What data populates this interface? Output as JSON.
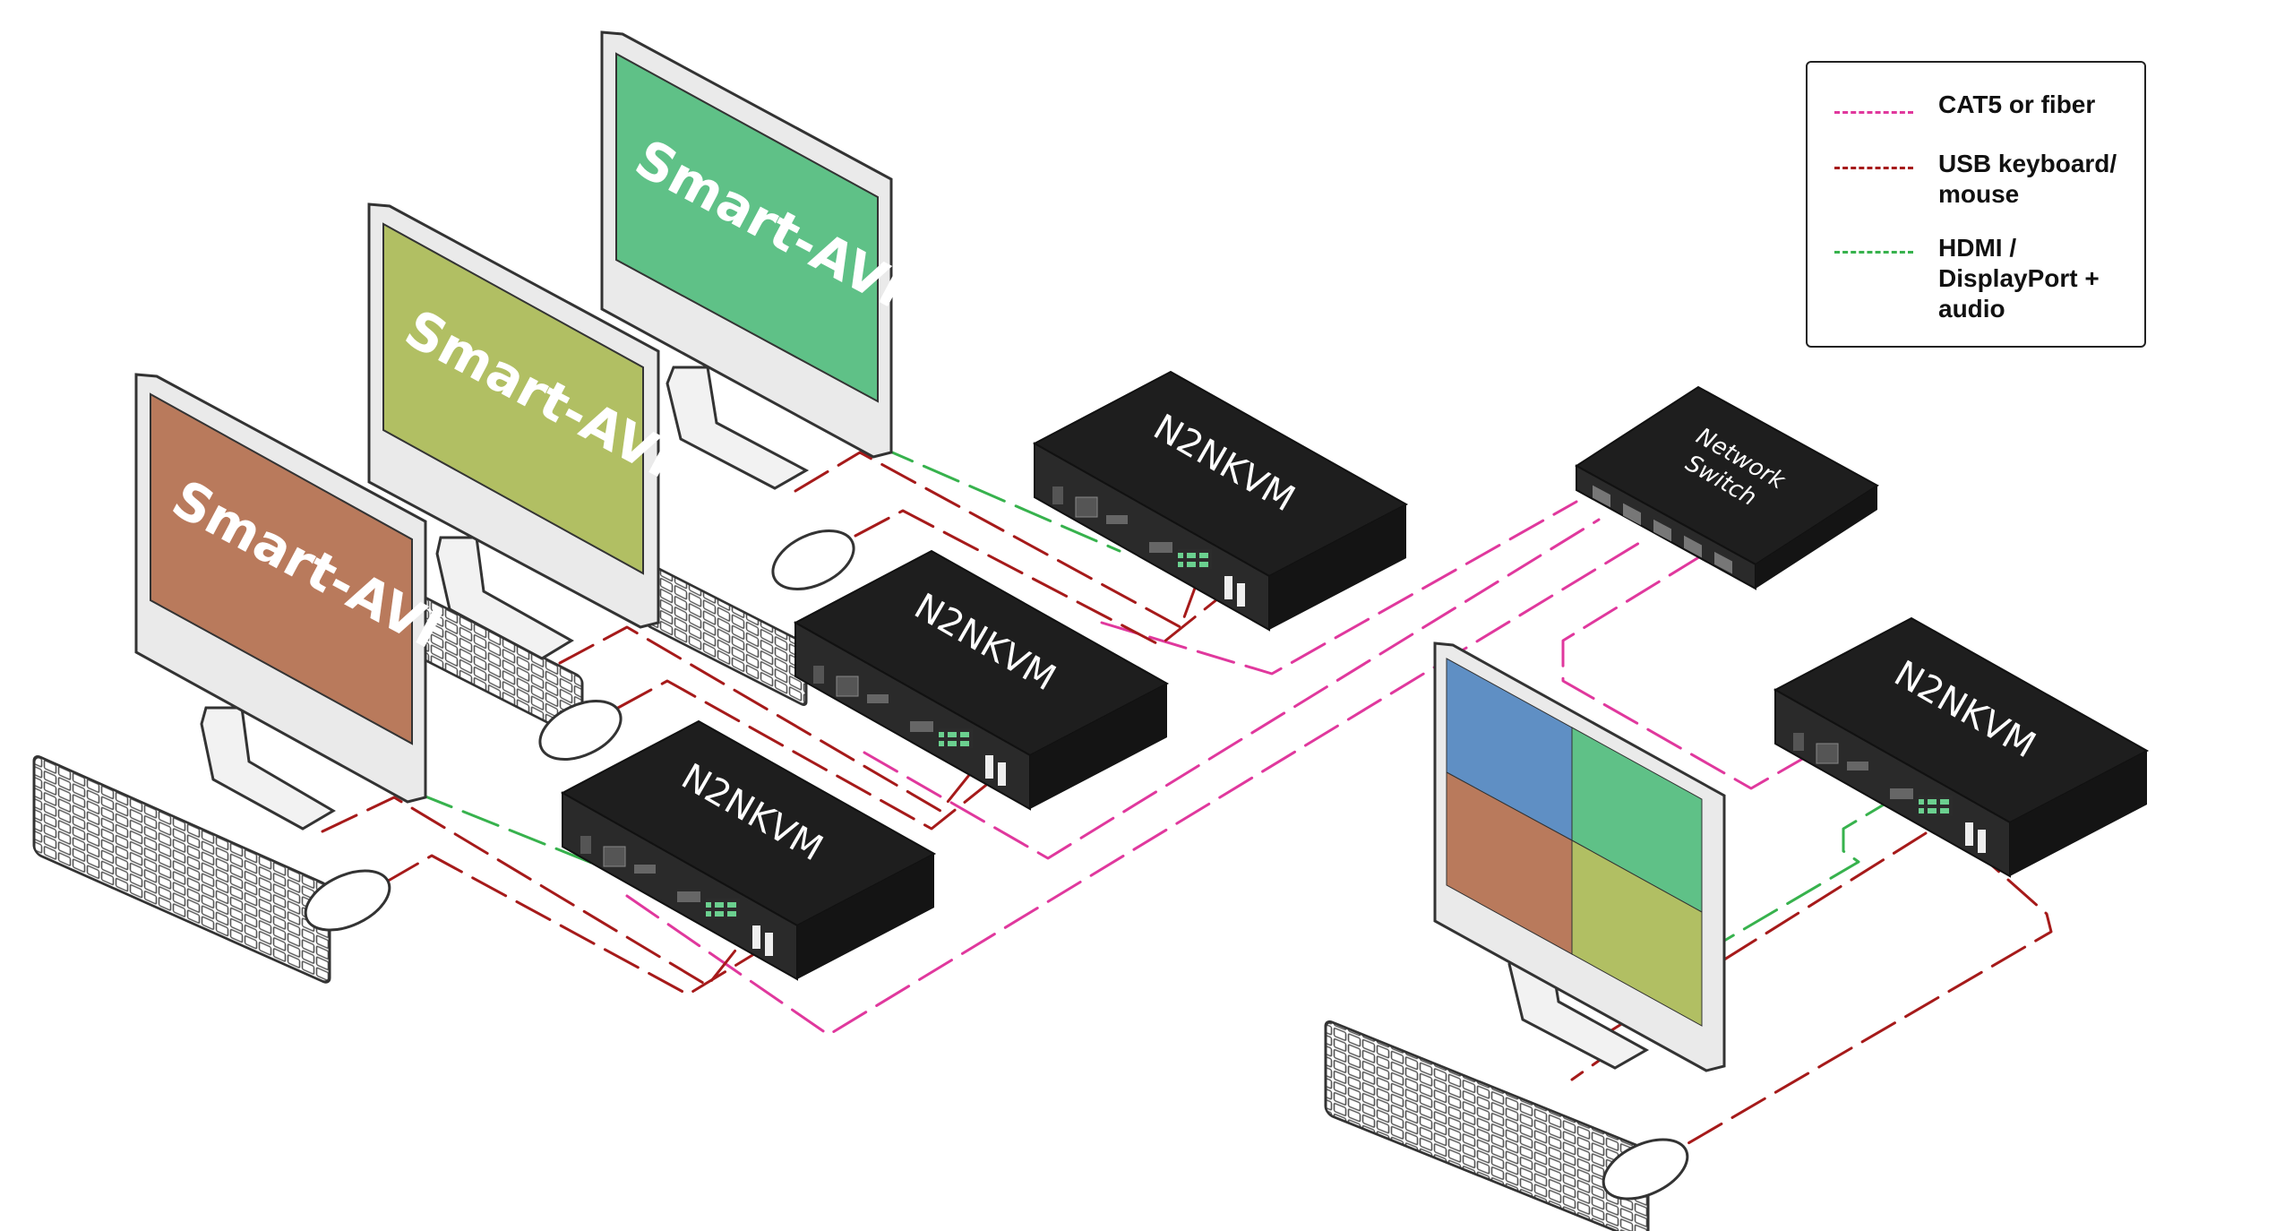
{
  "colors": {
    "cat5": "#e0389d",
    "usb": "#a61a1a",
    "hdmi": "#37b24d",
    "device": "#1e1e1e",
    "screen_orange": "#b97a5c",
    "screen_olive": "#b1bf63",
    "screen_green": "#5fc187",
    "quad_blue": "#5f8fc4"
  },
  "legend": {
    "items": [
      {
        "label": "CAT5 or fiber",
        "color": "#e0389d"
      },
      {
        "label": "USB keyboard/\nmouse",
        "color": "#a61a1a"
      },
      {
        "label": "HDMI /\nDisplayPort +\naudio",
        "color": "#37b24d"
      }
    ]
  },
  "computers": [
    {
      "logo": "Smart-AVI",
      "color": "#b97a5c"
    },
    {
      "logo": "Smart-AVI",
      "color": "#b1bf63"
    },
    {
      "logo": "Smart-AVI",
      "color": "#5fc187"
    }
  ],
  "kvm_units": [
    {
      "label": "N2NKVM"
    },
    {
      "label": "N2NKVM"
    },
    {
      "label": "N2NKVM"
    },
    {
      "label": "N2NKVM"
    }
  ],
  "switch": {
    "label_line1": "Network",
    "label_line2": "Switch"
  },
  "output_monitor": {
    "icon": "quad-view-screen-icon"
  }
}
